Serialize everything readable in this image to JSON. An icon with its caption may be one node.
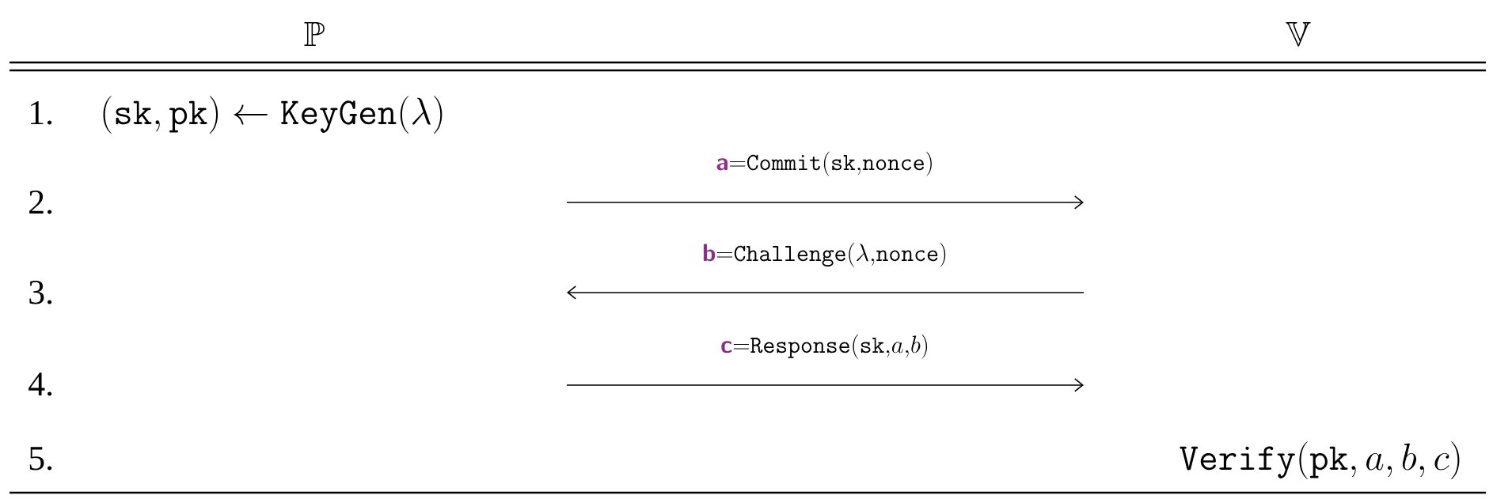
{
  "diagram": {
    "labels": [
      "\\mathbb{P}",
      "\\mathbb{V}",
      "1.",
      "(\\mathtt{sk},\\mathtt{pk}) \\leftarrow \\mathtt{KeyGen}(\\lambda)",
      "{\\color[HTML]{8E2C91}\\textsf{\\textbf{a}}}{=}\\mathtt{Commit}(\\mathtt{sk}{,}\\mathtt{nonce})",
      "2.",
      "{\\color[HTML]{8E2C91}\\textsf{\\textbf{b}}}{=}\\mathtt{Challenge}(\\lambda{,}\\mathtt{nonce})",
      "3.",
      "{\\color[HTML]{8E2C91}\\textsf{\\textbf{c}}}{=}\\mathtt{Response}(\\mathtt{sk}{,}a{,}b)",
      "4.",
      "5.",
      "\\mathtt{Verify}(\\mathtt{pk},a,b,c)"
    ]
  }
}
